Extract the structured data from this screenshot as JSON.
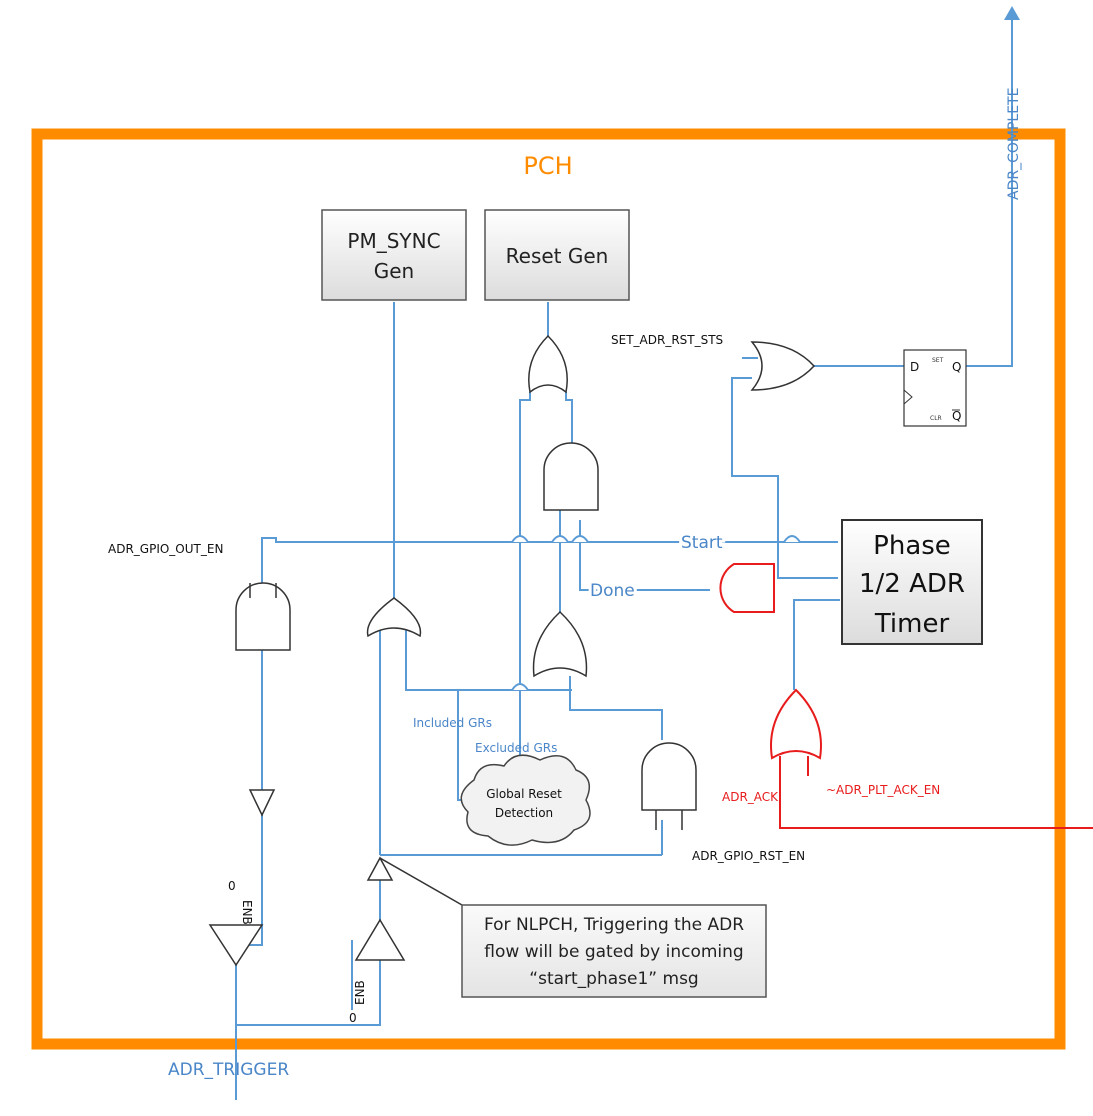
{
  "title": "PCH",
  "blocks": {
    "pm_sync": [
      "PM_SYNC",
      "Gen"
    ],
    "reset_gen": "Reset Gen",
    "timer": [
      "Phase",
      "1/2 ADR",
      "Timer"
    ],
    "global_reset": [
      "Global Reset",
      "Detection"
    ]
  },
  "signals": {
    "adr_complete": "ADR_COMPLETE",
    "adr_trigger": "ADR_TRIGGER",
    "set_adr_rst_sts": "SET_ADR_RST_STS",
    "adr_gpio_out_en": "ADR_GPIO_OUT_EN",
    "adr_gpio_rst_en": "ADR_GPIO_RST_EN",
    "start": "Start",
    "done": "Done",
    "included_grs": "Included GRs",
    "excluded_grs": "Excluded GRs",
    "adr_ack": "ADR_ACK",
    "adr_plt_ack_en": "~ADR_PLT_ACK_EN",
    "ff_d": "D",
    "ff_q": "Q",
    "ff_qbar": "Q",
    "enb": "ENB",
    "zero": "0"
  },
  "note": [
    "For NLPCH, Triggering the ADR",
    "flow will be gated by incoming",
    "“start_phase1” msg"
  ],
  "colors": {
    "pch_border": "#ff8c00",
    "wire": "#5b9bd5",
    "red_path": "#e81c1c"
  }
}
